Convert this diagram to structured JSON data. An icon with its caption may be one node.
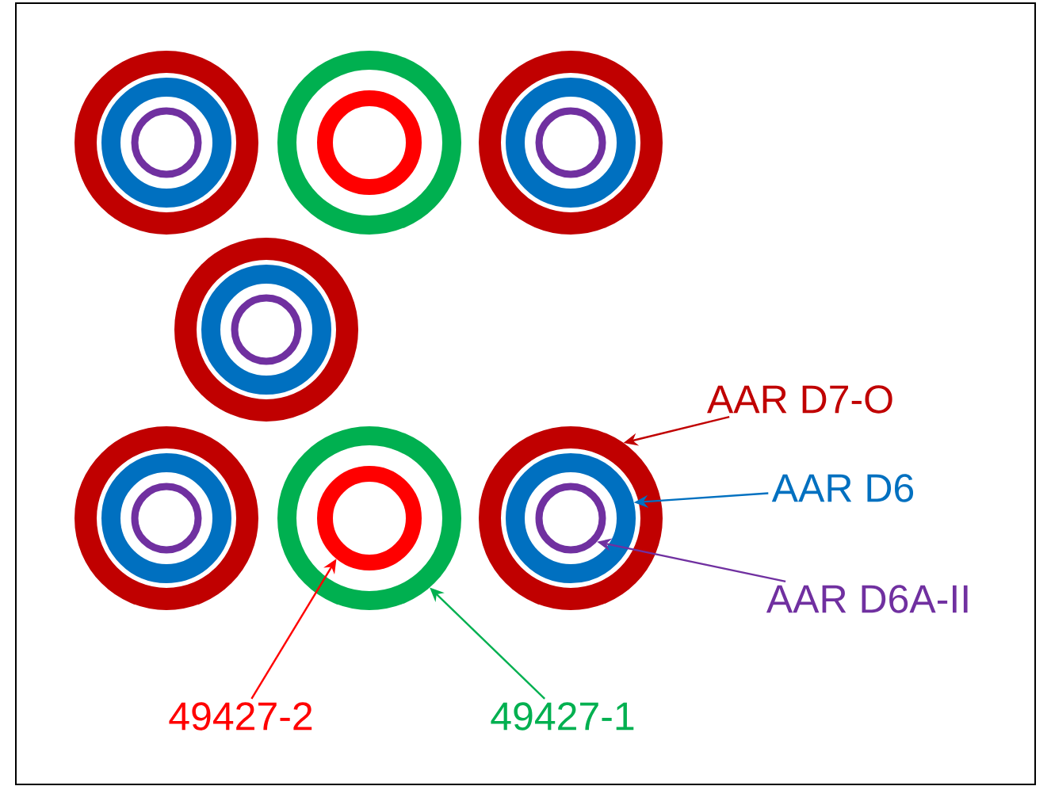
{
  "diagram": {
    "nodes": [
      {
        "text": [],
        "shape": "circle"
      },
      {
        "text": [],
        "shape": "circle",
        "in": 0
      },
      {
        "text": [],
        "shape": "circle",
        "in": 1
      },
      {
        "text": [],
        "shape": "circle"
      },
      {
        "text": [],
        "shape": "circle",
        "in": 3
      },
      {
        "text": [
          "AAR D7-O"
        ]
      },
      {
        "text": [
          "AAR D6"
        ]
      },
      {
        "text": [
          "AAR D6A-II"
        ]
      },
      {
        "text": [
          "49427-2"
        ]
      },
      {
        "text": [
          "49427-1"
        ]
      }
    ],
    "edges": [
      {
        "from": 5,
        "to": 0,
        "arrow": "to",
        "color": "#c00000"
      },
      {
        "from": 6,
        "to": 1,
        "arrow": "to",
        "color": "#0070c0"
      },
      {
        "from": 7,
        "to": 2,
        "arrow": "to",
        "color": "#7030a0"
      },
      {
        "from": 8,
        "to": 4,
        "arrow": "to",
        "color": "#ff0000"
      },
      {
        "from": 9,
        "to": 3,
        "arrow": "to",
        "color": "#00b050"
      }
    ]
  }
}
